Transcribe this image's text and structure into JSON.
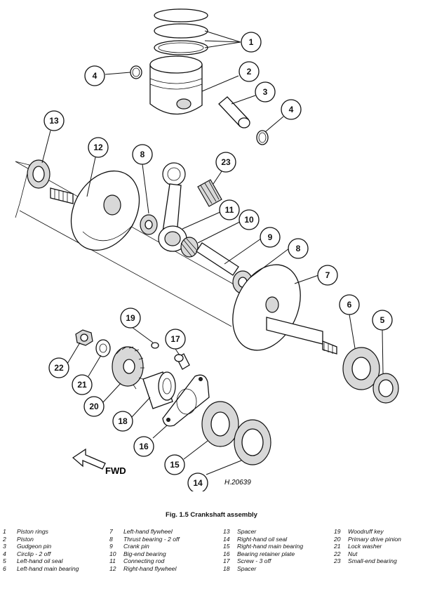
{
  "figure": {
    "caption": "Fig. 1.5 Crankshaft assembly",
    "fwd_label": "FWD",
    "reference": "H.20639"
  },
  "callouts": [
    "1",
    "2",
    "3",
    "4",
    "4",
    "13",
    "12",
    "8",
    "23",
    "11",
    "10",
    "9",
    "8",
    "7",
    "6",
    "5",
    "19",
    "17",
    "22",
    "21",
    "20",
    "18",
    "16",
    "15",
    "14"
  ],
  "legend": [
    [
      {
        "num": "1",
        "text": "Piston rings"
      },
      {
        "num": "2",
        "text": "Piston"
      },
      {
        "num": "3",
        "text": "Gudgeon pin"
      },
      {
        "num": "4",
        "text": "Circlip - 2 off"
      },
      {
        "num": "5",
        "text": "Left-hand oil seal"
      },
      {
        "num": "6",
        "text": "Left-hand main bearing"
      }
    ],
    [
      {
        "num": "7",
        "text": "Left-hand flywheel"
      },
      {
        "num": "8",
        "text": "Thrust bearing - 2 off"
      },
      {
        "num": "9",
        "text": "Crank pin"
      },
      {
        "num": "10",
        "text": "Big-end bearing"
      },
      {
        "num": "11",
        "text": "Connecting rod"
      },
      {
        "num": "12",
        "text": "Right-hand flywheel"
      }
    ],
    [
      {
        "num": "13",
        "text": "Spacer"
      },
      {
        "num": "14",
        "text": "Right-hand oil seal"
      },
      {
        "num": "15",
        "text": "Right-hand main bearing"
      },
      {
        "num": "16",
        "text": "Bearing retainer plate"
      },
      {
        "num": "17",
        "text": "Screw - 3 off"
      },
      {
        "num": "18",
        "text": "Spacer"
      }
    ],
    [
      {
        "num": "19",
        "text": "Woodruff key"
      },
      {
        "num": "20",
        "text": "Primary drive pinion"
      },
      {
        "num": "21",
        "text": "Lock washer"
      },
      {
        "num": "22",
        "text": "Nut"
      },
      {
        "num": "23",
        "text": "Small-end bearing"
      }
    ]
  ]
}
